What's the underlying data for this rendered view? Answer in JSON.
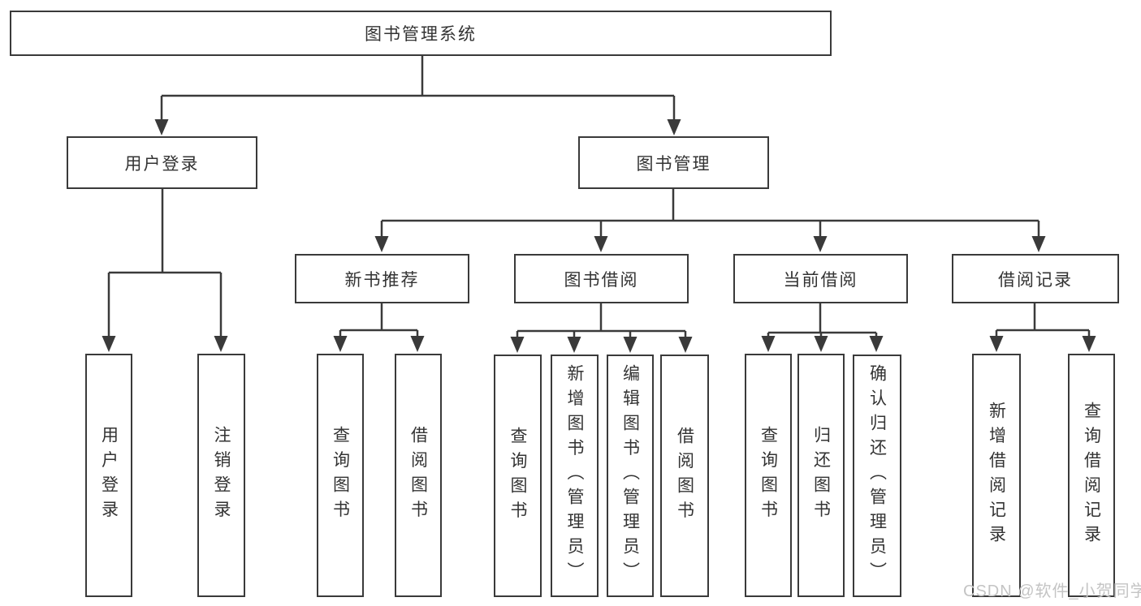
{
  "diagram": {
    "root": "图书管理系统",
    "user_login": {
      "label": "用户登录",
      "children": [
        "用户登录",
        "注销登录"
      ]
    },
    "book_management": {
      "label": "图书管理",
      "groups": [
        {
          "label": "新书推荐",
          "children": [
            "查询图书",
            "借阅图书"
          ]
        },
        {
          "label": "图书借阅",
          "children": [
            "查询图书",
            "新增图书（管理员）",
            "编辑图书（管理员）",
            "借阅图书"
          ]
        },
        {
          "label": "当前借阅",
          "children": [
            "查询图书",
            "归还图书",
            "确认归还（管理员）"
          ]
        },
        {
          "label": "借阅记录",
          "children": [
            "新增借阅记录",
            "查询借阅记录"
          ]
        }
      ]
    }
  },
  "watermark": "CSDN @软件_小贺同学",
  "colors": {
    "line": "#3a3a3a",
    "text": "#333333",
    "watermark": "#c4c4c4",
    "background": "#ffffff"
  }
}
